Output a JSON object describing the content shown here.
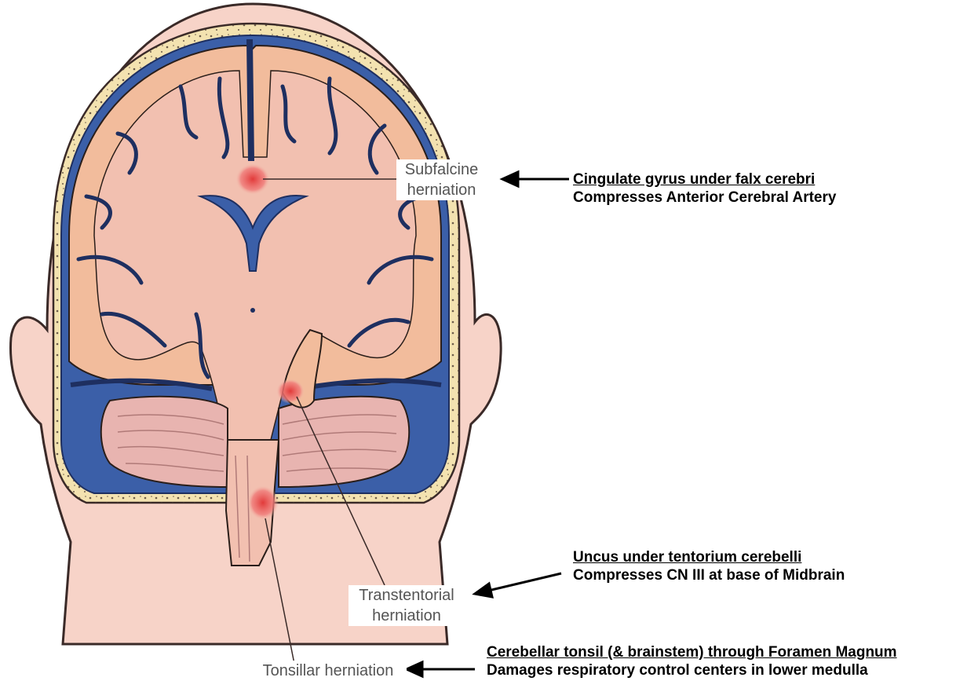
{
  "diagram_labels": {
    "subfalcine": [
      "Subfalcine",
      "herniation"
    ],
    "transtentorial": [
      "Transtentorial",
      "herniation"
    ],
    "tonsillar": "Tonsillar herniation"
  },
  "annotations": [
    {
      "id": "cingulate",
      "title": "Cingulate gyrus under falx cerebri",
      "detail": "Compresses Anterior Cerebral Artery"
    },
    {
      "id": "uncus",
      "title": "Uncus under tentorium cerebelli",
      "detail": "Compresses CN III at base of Midbrain"
    },
    {
      "id": "tonsil",
      "title": "Cerebellar tonsil (& brainstem) through Foramen Magnum",
      "detail": "Damages respiratory control centers in lower medulla"
    }
  ],
  "colors": {
    "skin": "#f7d3c8",
    "skin_outline": "#3a2a28",
    "skull": "#f3e2b0",
    "csf": "#3b5fa8",
    "gray_matter": "#f2bc9c",
    "white_matter": "#f2c0b0",
    "herniation": "#e23a3a"
  }
}
